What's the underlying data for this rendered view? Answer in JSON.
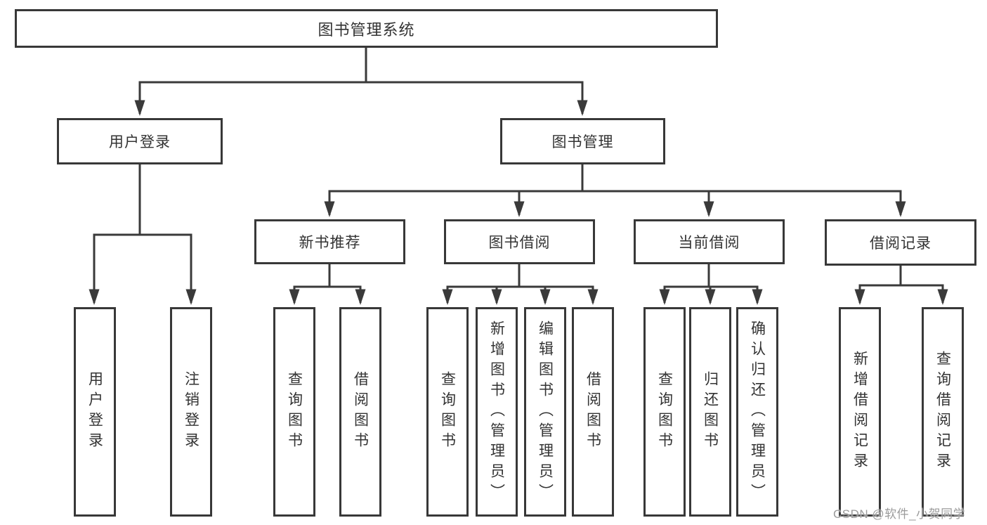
{
  "diagram": {
    "nodes": {
      "root": {
        "label": "图书管理系统"
      },
      "user_login": {
        "label": "用户登录"
      },
      "book_mgmt": {
        "label": "图书管理"
      },
      "new_book_rec": {
        "label": "新书推荐"
      },
      "book_borrow": {
        "label": "图书借阅"
      },
      "current_borrow": {
        "label": "当前借阅"
      },
      "borrow_records": {
        "label": "借阅记录"
      },
      "leaf_user_login": {
        "label": "用户登录"
      },
      "leaf_logout": {
        "label": "注销登录"
      },
      "leaf_nbr_query_book": {
        "label": "查询图书"
      },
      "leaf_nbr_borrow_book": {
        "label": "借阅图书"
      },
      "leaf_bb_query_book": {
        "label": "查询图书"
      },
      "leaf_bb_add_book": {
        "label": "新增图书（管理员）"
      },
      "leaf_bb_edit_book": {
        "label": "编辑图书（管理员）"
      },
      "leaf_bb_borrow_book": {
        "label": "借阅图书"
      },
      "leaf_cb_query_book": {
        "label": "查询图书"
      },
      "leaf_cb_return_book": {
        "label": "归还图书"
      },
      "leaf_cb_confirm_return": {
        "label": "确认归还（管理员）"
      },
      "leaf_br_add_record": {
        "label": "新增借阅记录"
      },
      "leaf_br_query_record": {
        "label": "查询借阅记录"
      }
    },
    "colors": {
      "line": "#3a3a3a",
      "text": "#333333",
      "watermark_text": "#9b9b9b",
      "background": "#ffffff"
    }
  },
  "watermark": {
    "text": "CSDN @软件_小贺同学"
  }
}
